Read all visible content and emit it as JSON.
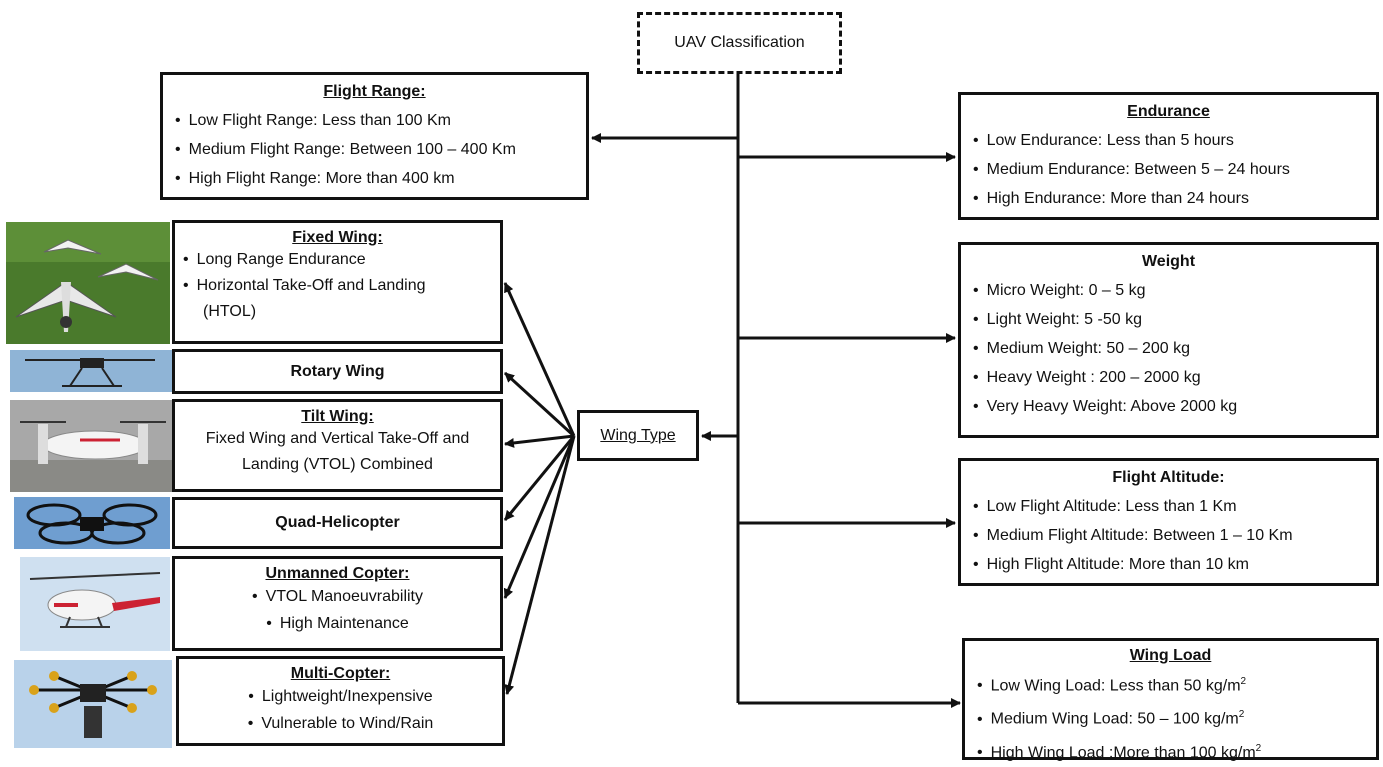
{
  "root": {
    "label": "UAV Classification"
  },
  "wing_type": {
    "label": "Wing Type"
  },
  "flight_range": {
    "title": "Flight Range:",
    "items": [
      "Low Flight Range: Less than 100 Km",
      "Medium Flight Range: Between 100 – 400 Km",
      "High Flight Range: More than 400 km"
    ]
  },
  "endurance": {
    "title": "Endurance",
    "items": [
      "Low Endurance: Less than 5 hours",
      "Medium Endurance: Between 5 – 24  hours",
      "High Endurance: More than 24 hours"
    ]
  },
  "weight": {
    "title": "Weight",
    "items": [
      "Micro Weight: 0 – 5 kg",
      "Light Weight: 5 -50 kg",
      "Medium Weight: 50 – 200 kg",
      "Heavy Weight : 200 – 2000 kg",
      "Very Heavy Weight: Above 2000 kg"
    ]
  },
  "altitude": {
    "title": "Flight Altitude:",
    "items": [
      "Low Flight Altitude: Less than 1 Km",
      "Medium Flight Altitude: Between 1 – 10 Km",
      "High Flight Altitude: More than 10 km"
    ]
  },
  "wing_load": {
    "title": "Wing Load",
    "items": [
      "Low Wing Load: Less than 50 kg/m",
      "Medium Wing Load: 50 – 100 kg/m",
      "High Wing Load :More than 100 kg/m"
    ],
    "unit_exponent": "2"
  },
  "fixed_wing": {
    "title": "Fixed Wing:",
    "items": [
      "Long Range Endurance",
      "Horizontal Take-Off and Landing"
    ],
    "extra": "(HTOL)"
  },
  "rotary_wing": {
    "title": "Rotary Wing"
  },
  "tilt_wing": {
    "title": "Tilt Wing:",
    "desc1": "Fixed Wing and Vertical Take-Off and",
    "desc2": "Landing (VTOL) Combined"
  },
  "quad": {
    "title": "Quad-Helicopter"
  },
  "unmanned_copter": {
    "title": "Unmanned Copter:",
    "items": [
      "VTOL  Manoeuvrability",
      "High Maintenance"
    ]
  },
  "multi_copter": {
    "title": "Multi-Copter:",
    "items": [
      "Lightweight/Inexpensive",
      "Vulnerable to Wind/Rain"
    ]
  },
  "photos": [
    "fixed-wing-drones-photo",
    "rotary-wing-drone-photo",
    "tilt-wing-aircraft-photo",
    "quad-helicopter-photo",
    "unmanned-helicopter-photo",
    "multi-copter-photo"
  ],
  "colors": {
    "line": "#111111",
    "grass": "#4a7a2c",
    "sky": "#8fb4d6"
  }
}
